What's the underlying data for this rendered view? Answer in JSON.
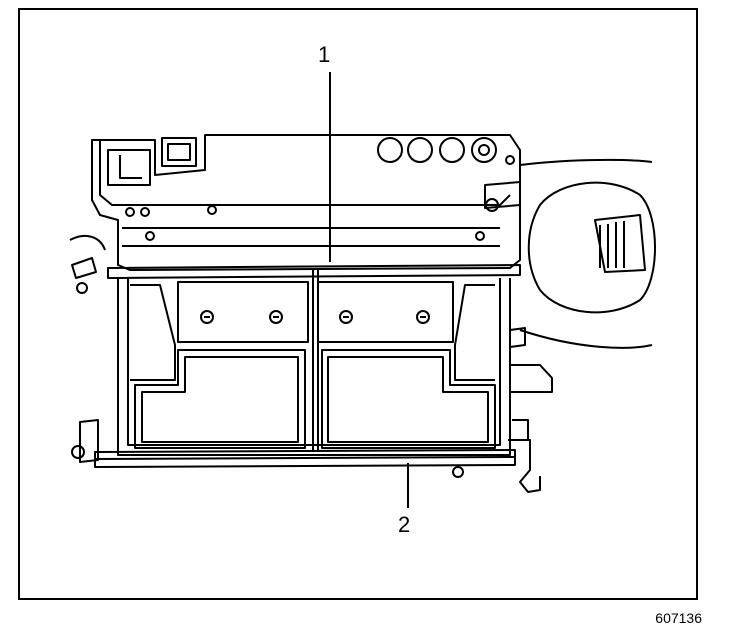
{
  "diagram": {
    "callouts": [
      {
        "id": "1",
        "label": "1"
      },
      {
        "id": "2",
        "label": "2"
      }
    ],
    "figure_number": "607136",
    "colors": {
      "line": "#000000",
      "background": "#ffffff"
    }
  }
}
